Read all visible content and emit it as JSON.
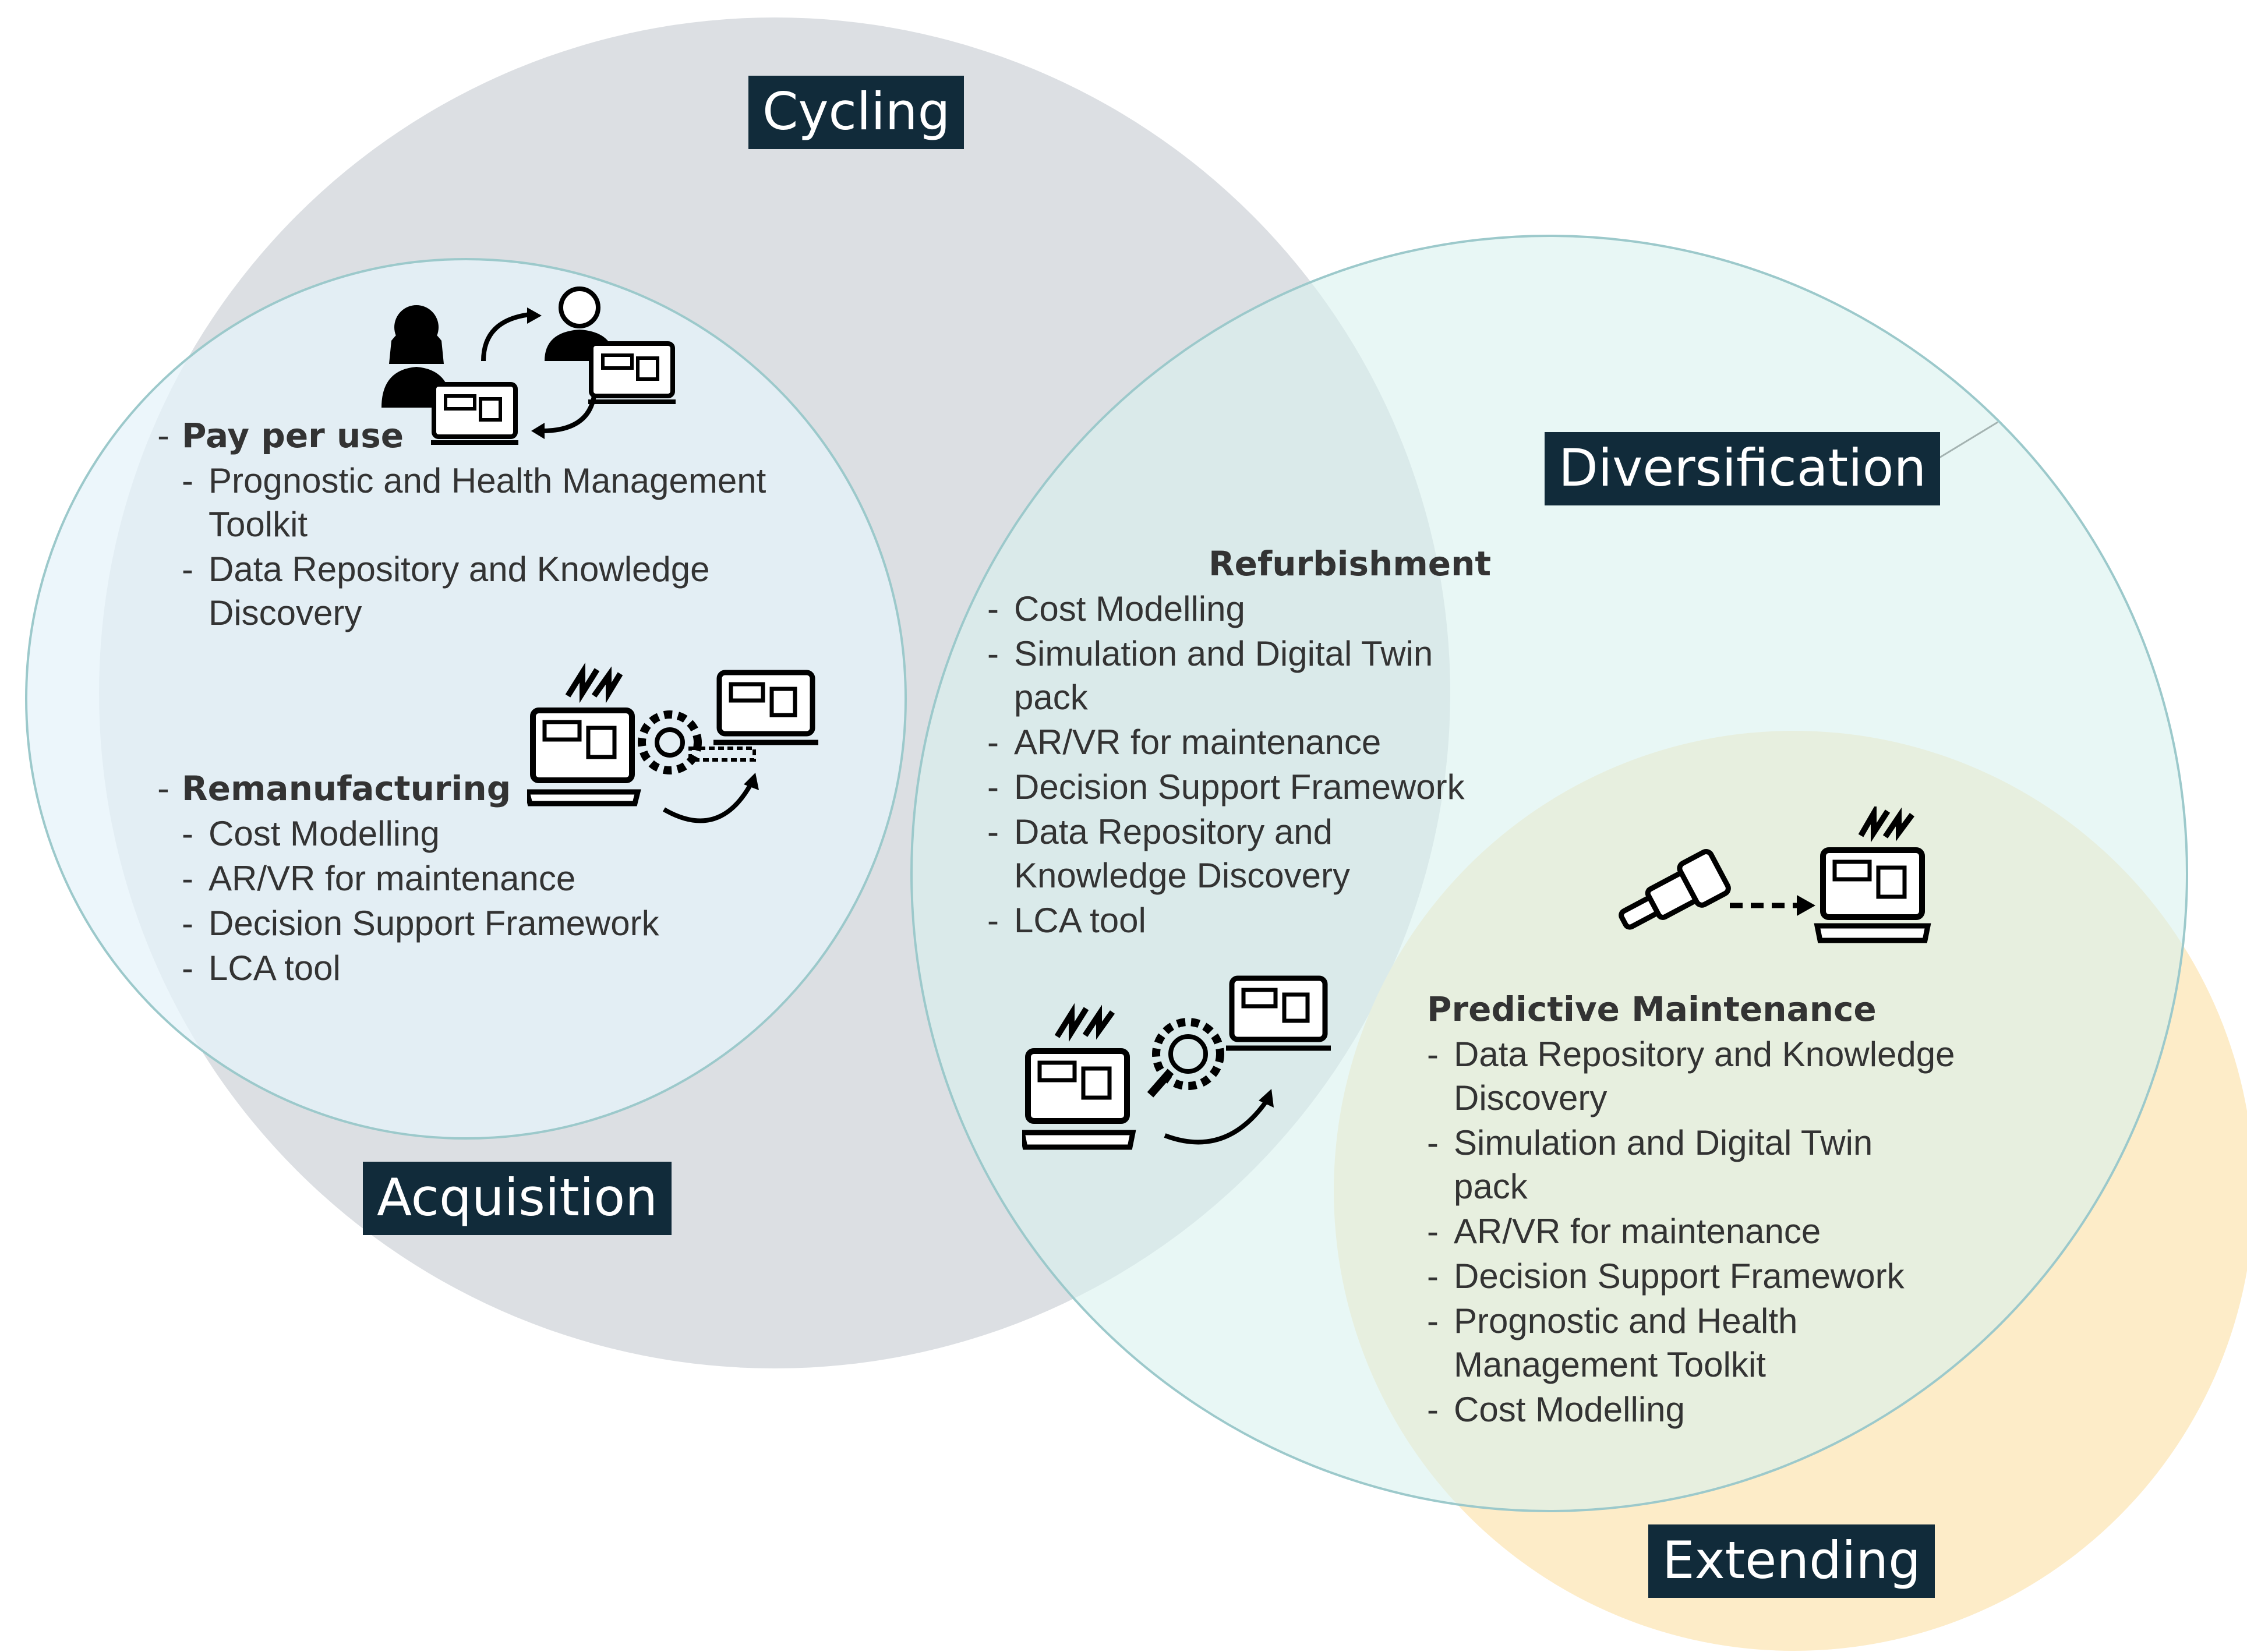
{
  "labels": {
    "cycling": "Cycling",
    "diversification": "Diversification",
    "acquisition": "Acquisition",
    "extending": "Extending"
  },
  "pay_per_use": {
    "title": "Pay per use",
    "items": [
      "Prognostic and Health Management Toolkit",
      "Data Repository and Knowledge Discovery"
    ]
  },
  "remanufacturing": {
    "title": "Remanufacturing",
    "items": [
      "Cost Modelling",
      "AR/VR for maintenance",
      "Decision Support Framework",
      "LCA tool"
    ]
  },
  "refurbishment": {
    "title": "Refurbishment",
    "items": [
      "Cost Modelling",
      "Simulation and Digital Twin pack",
      "AR/VR for maintenance",
      "Decision Support Framework",
      "Data Repository and Knowledge Discovery",
      "LCA tool"
    ]
  },
  "predictive_maintenance": {
    "title": "Predictive Maintenance",
    "items": [
      "Data Repository and Knowledge Discovery",
      "Simulation and Digital Twin pack",
      "AR/VR for maintenance",
      "Decision Support Framework",
      "Prognostic and Health Management Toolkit",
      "Cost Modelling"
    ]
  },
  "colors": {
    "cycling_circle": "#dcdfe3",
    "acquisition_circle": "#e3eef3",
    "diversification_circle": "#e4f5f2",
    "extending_circle": "#fdecc8",
    "label_bg": "#112b3a",
    "circle_stroke": "#9cc9cb"
  }
}
